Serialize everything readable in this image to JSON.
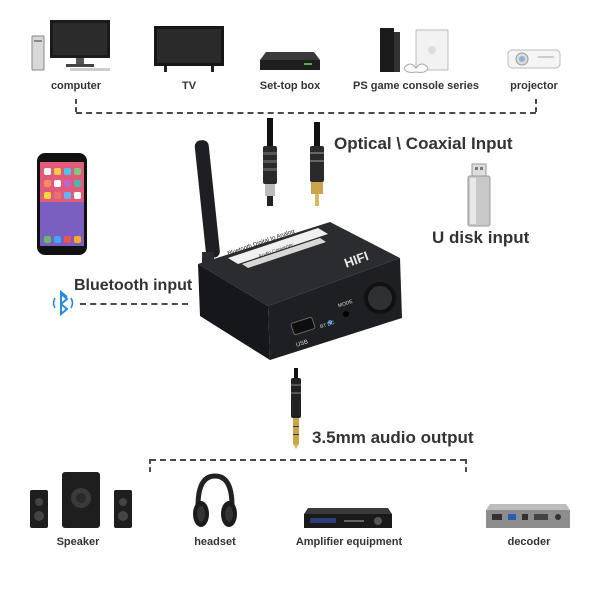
{
  "top_sources": [
    {
      "label": "computer",
      "icon": "computer-icon"
    },
    {
      "label": "TV",
      "icon": "tv-icon"
    },
    {
      "label": "Set-top box",
      "icon": "set-top-box-icon"
    },
    {
      "label": "PS game console series",
      "icon": "game-console-icon"
    },
    {
      "label": "projector",
      "icon": "projector-icon"
    }
  ],
  "inputs": {
    "optical_coaxial": "Optical \\ Coaxial Input",
    "udisk": "U disk input",
    "bluetooth": "Bluetooth input"
  },
  "output": {
    "audio": "3.5mm audio output"
  },
  "device": {
    "brand": "HIFI",
    "top_label": "Bluetooth Digital to Analog",
    "sub_label": "Audio Converter",
    "usb_label": "USB",
    "mode_label": "MODE",
    "bt_label": "BT DC"
  },
  "bottom_outputs": [
    {
      "label": "Speaker",
      "icon": "speaker-icon"
    },
    {
      "label": "headset",
      "icon": "headset-icon"
    },
    {
      "label": "Amplifier equipment",
      "icon": "amplifier-icon"
    },
    {
      "label": "decoder",
      "icon": "decoder-icon"
    }
  ],
  "colors": {
    "line": "#4a4a4a",
    "bluetooth": "#2a8be0",
    "device": "#1e1f22"
  }
}
